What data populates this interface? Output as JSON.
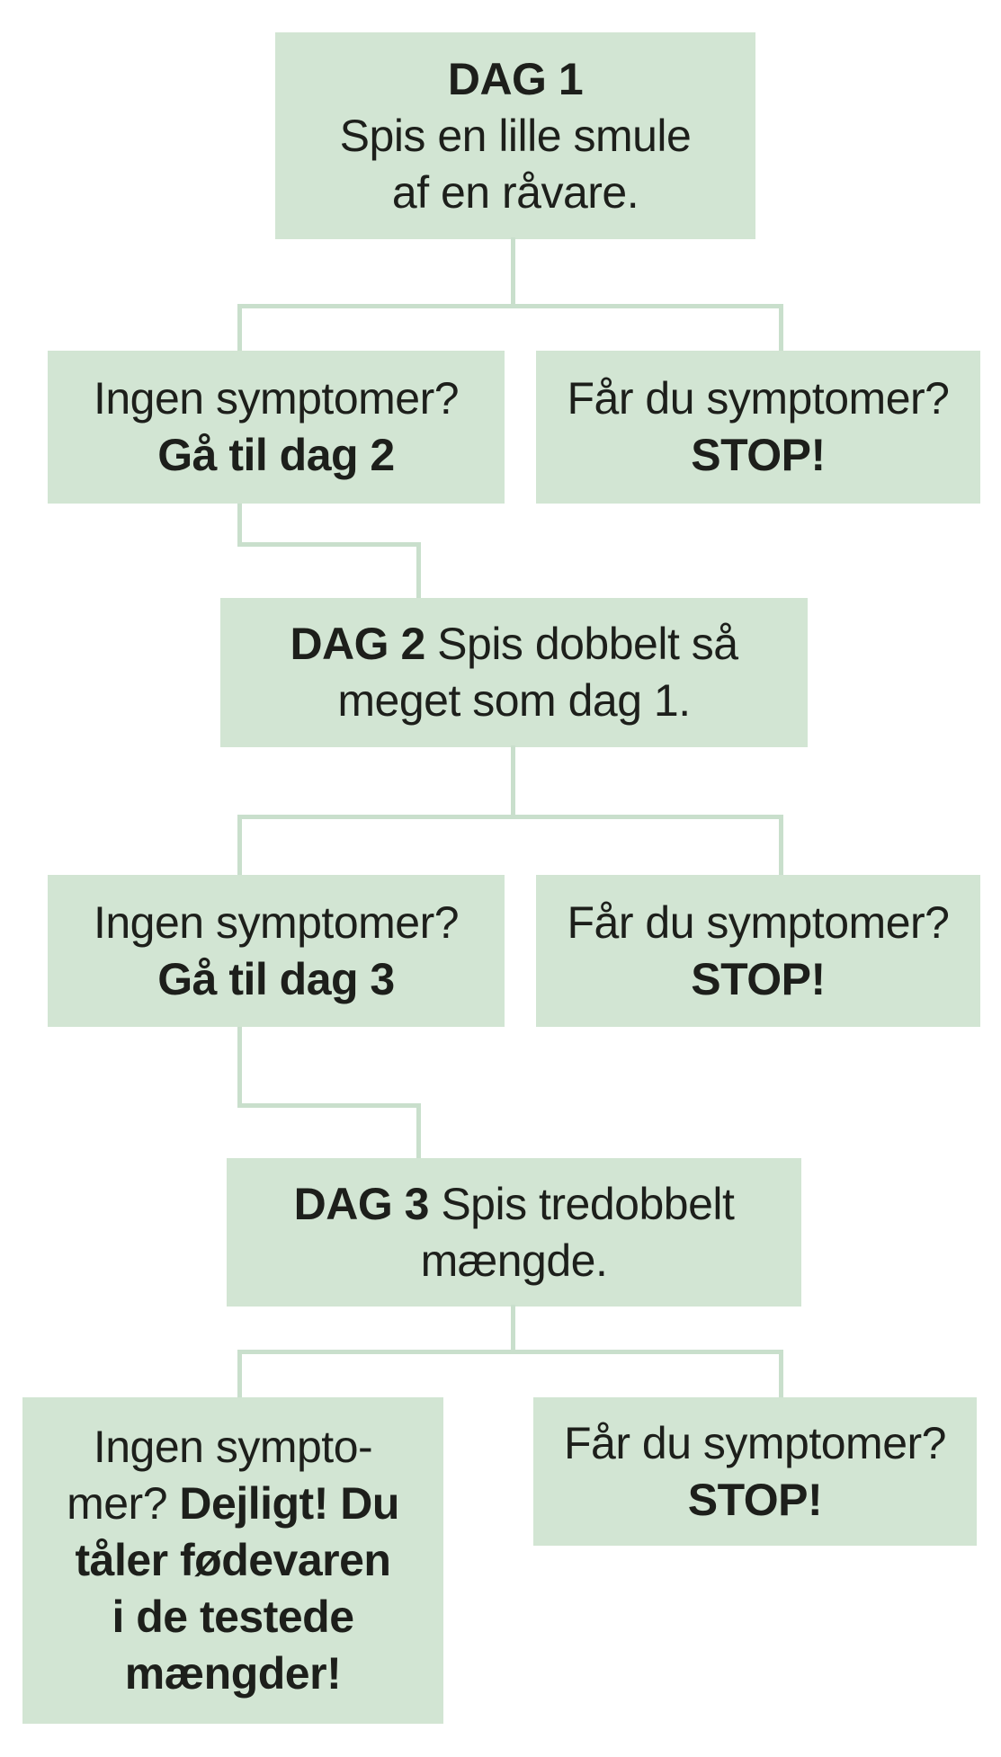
{
  "colors": {
    "background": "#ffffff",
    "box_fill": "#d2e5d3",
    "connector": "#c9dfcc",
    "text": "#1d1f1b"
  },
  "flowchart": {
    "day1": {
      "title": "DAG 1",
      "line1": "Spis en lille smule",
      "line2": "af en råvare."
    },
    "branch1": {
      "no_symptoms_line1": "Ingen symptomer?",
      "no_symptoms_line2": "Gå til dag 2",
      "symptoms_line1": "Får du symptomer?",
      "symptoms_line2": "STOP!"
    },
    "day2": {
      "title": "DAG 2",
      "line1": "Spis dobbelt så",
      "line2": "meget som dag 1."
    },
    "branch2": {
      "no_symptoms_line1": "Ingen symptomer?",
      "no_symptoms_line2": "Gå til dag 3",
      "symptoms_line1": "Får du symptomer?",
      "symptoms_line2": "STOP!"
    },
    "day3": {
      "title": "DAG 3",
      "line1": "Spis tredobbelt",
      "line2": "mængde."
    },
    "branch3": {
      "no_symptoms_line1": "Ingen sympto-",
      "no_symptoms_line2_regular": "mer?",
      "no_symptoms_line2_bold": "Dejligt! Du",
      "no_symptoms_line3": "tåler fødevaren",
      "no_symptoms_line4": "i de testede",
      "no_symptoms_line5": "mængder!",
      "symptoms_line1": "Får du symptomer?",
      "symptoms_line2": "STOP!"
    }
  }
}
